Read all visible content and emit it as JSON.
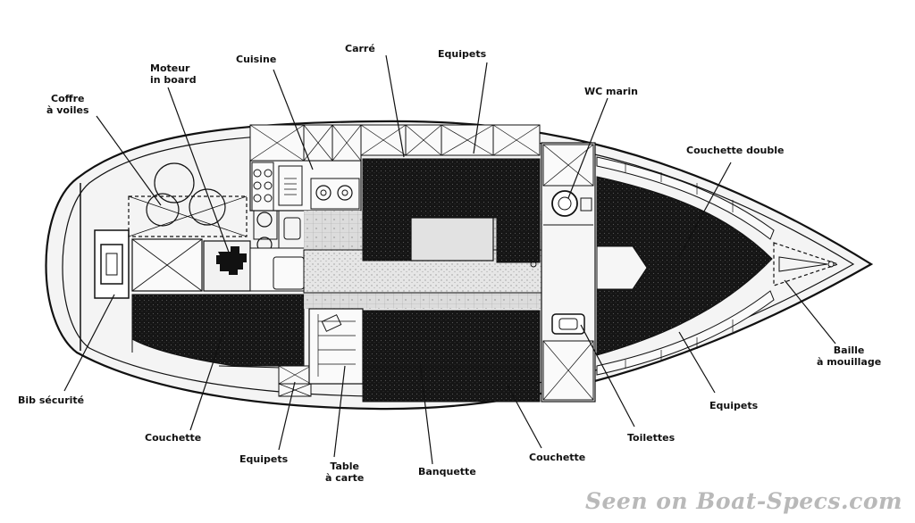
{
  "labels": {
    "coffre_a_voiles": [
      "Coffre",
      "à voiles"
    ],
    "moteur_in_board": [
      "Moteur",
      "in board"
    ],
    "cuisine": "Cuisine",
    "carre": "Carré",
    "equipets_top": "Equipets",
    "wc_marin": "WC marin",
    "couchette_double": "Couchette double",
    "baille_a_mouillage": [
      "Baille",
      "à mouillage"
    ],
    "equipets_right": "Equipets",
    "toilettes": "Toilettes",
    "couchette_bottom_right": "Couchette",
    "banquette": "Banquette",
    "table_a_carte": [
      "Table",
      "à carte"
    ],
    "equipets_bottom": "Equipets",
    "couchette_bottom_left": "Couchette",
    "bib_securite": "Bib sécurité"
  },
  "watermark": "Seen on Boat-Specs.com"
}
